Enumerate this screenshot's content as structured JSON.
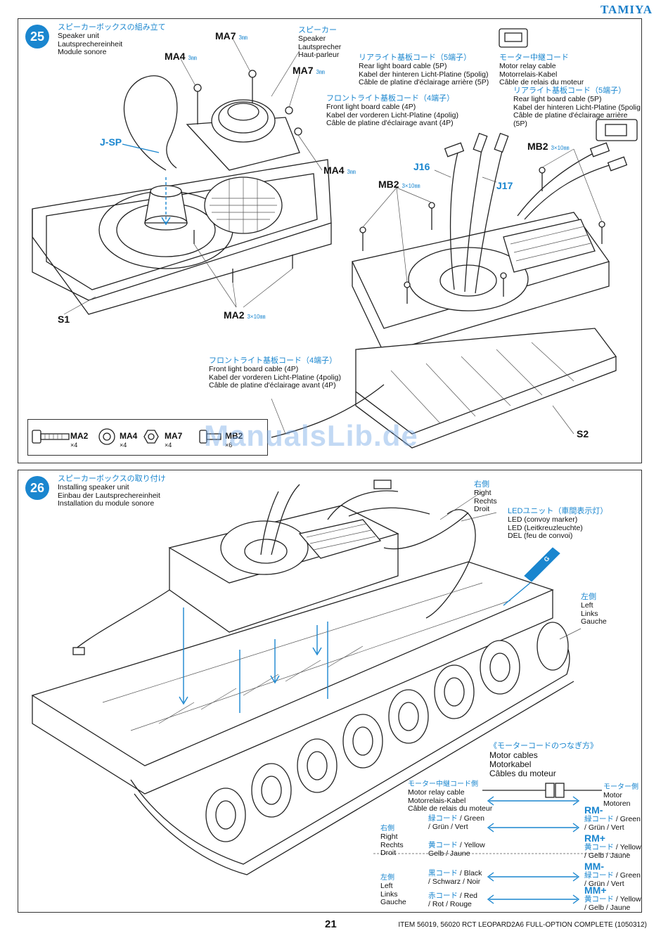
{
  "header": {
    "brand": "TAMIYA"
  },
  "step25": {
    "number": "25",
    "title_jp": "スピーカーボックスの組み立て",
    "title_en": "Speaker unit",
    "title_de": "Lautsprechereinheit",
    "title_fr": "Module sonore",
    "labels": {
      "ma7_a": "MA7",
      "ma7_a_size": "3㎜",
      "ma4_a": "MA4",
      "ma4_a_size": "3㎜",
      "ma7_b": "MA7",
      "ma7_b_size": "3㎜",
      "ma4_b": "MA4",
      "ma4_b_size": "3㎜",
      "jsp": "J-SP",
      "s1": "S1",
      "ma2": "MA2",
      "ma2_size": "3×10㎜",
      "mb2_a": "MB2",
      "mb2_a_size": "3×10㎜",
      "mb2_b": "MB2",
      "mb2_b_size": "3×10㎜",
      "j16": "J16",
      "j17": "J17",
      "s2": "S2"
    },
    "speaker": {
      "jp": "スピーカー",
      "en": "Speaker",
      "de": "Lautsprecher",
      "fr": "Haut-parleur"
    },
    "rear_cable_a": {
      "jp": "リアライト基板コード（5端子）",
      "en": "Rear light board cable (5P)",
      "de": "Kabel der hinteren Licht-Platine (5polig)",
      "fr": "Câble de platine d'éclairage arrière (5P)"
    },
    "front_cable_a": {
      "jp": "フロントライト基板コード（4端子）",
      "en": "Front light board cable (4P)",
      "de": "Kabel der vorderen Licht-Platine (4polig)",
      "fr": "Câble de platine d'éclairage avant (4P)"
    },
    "motor_relay": {
      "jp": "モーター中継コード",
      "en": "Motor relay cable",
      "de": "Motorrelais-Kabel",
      "fr": "Câble de relais du moteur"
    },
    "rear_cable_b": {
      "jp": "リアライト基板コード（5端子）",
      "en": "Rear light board cable (5P)",
      "de": "Kabel der hinteren Licht-Platine (5polig",
      "fr": "Câble de platine d'éclairage arrière (5P)"
    },
    "front_cable_b": {
      "jp": "フロントライト基板コード（4端子）",
      "en": "Front light board cable (4P)",
      "de": "Kabel der vorderen Licht-Platine (4polig)",
      "fr": "Câble de platine d'éclairage avant (4P)"
    },
    "parts": [
      {
        "name": "MA2",
        "qty": "×4"
      },
      {
        "name": "MA4",
        "qty": "×4"
      },
      {
        "name": "MA7",
        "qty": "×4"
      },
      {
        "name": "MB2",
        "qty": "×6"
      }
    ]
  },
  "watermark": "ManualsLib.de",
  "step26": {
    "number": "26",
    "title_jp": "スピーカーボックスの取り付け",
    "title_en": "Installing speaker unit",
    "title_de": "Einbau der Lautsprechereinheit",
    "title_fr": "Installation du module sonore",
    "right": {
      "jp": "右側",
      "en": "Right",
      "de": "Rechts",
      "fr": "Droit"
    },
    "led": {
      "jp": "LEDユニット（車間表示灯）",
      "en": "LED (convoy marker)",
      "de": "LED (Leitkreuzleuchte)",
      "fr": "DEL (feu de convoi)"
    },
    "left": {
      "jp": "左側",
      "en": "Left",
      "de": "Links",
      "fr": "Gauche"
    },
    "g_label": "G",
    "motor_cables": {
      "jp": "《モーターコードのつなぎ方》",
      "en": "Motor cables",
      "de": "Motorkabel",
      "fr": "Câbles du moteur"
    },
    "relay_side": {
      "jp": "モーター中継コード側",
      "en": "Motor relay cable",
      "de": "Motorrelais-Kabel",
      "fr": "Câble de relais du moteur"
    },
    "motor_side": {
      "jp": "モーター側",
      "en": "Motor",
      "de": "Motoren"
    },
    "right_group": {
      "jp": "右側",
      "en": "Right",
      "de": "Rechts",
      "fr": "Droit"
    },
    "left_group": {
      "jp": "左側",
      "en": "Left",
      "de": "Links",
      "fr": "Gauche"
    },
    "rows": [
      {
        "l_jp": "緑コード",
        "l_txt": " / Green",
        "l_sub": "/ Grün / Vert",
        "r_code": "RM-",
        "r_jp": "緑コード",
        "r_txt": " / Green",
        "r_sub": "/ Grün / Vert"
      },
      {
        "l_jp": "黄コード",
        "l_txt": " / Yellow",
        "l_sub": "Gelb / Jaune",
        "r_code": "RM+",
        "r_jp": "黄コード",
        "r_txt": " / Yellow",
        "r_sub": "/ Gelb / Jaune"
      },
      {
        "l_jp": "黒コード",
        "l_txt": " / Black",
        "l_sub": "/ Schwarz / Noir",
        "r_code": "MM-",
        "r_jp": "緑コード",
        "r_txt": " / Green",
        "r_sub": "/ Grün / Vert"
      },
      {
        "l_jp": "赤コード",
        "l_txt": " / Red",
        "l_sub": "/ Rot / Rouge",
        "r_code": "MM+",
        "r_jp": "黄コード",
        "r_txt": " / Yellow",
        "r_sub": "/ Gelb / Jaune"
      }
    ]
  },
  "footer": {
    "page": "21",
    "item": "ITEM 56019, 56020  RCT LEOPARD2A6 FULL-OPTION COMPLETE (1050312)"
  },
  "colors": {
    "accent": "#1a86cf"
  }
}
